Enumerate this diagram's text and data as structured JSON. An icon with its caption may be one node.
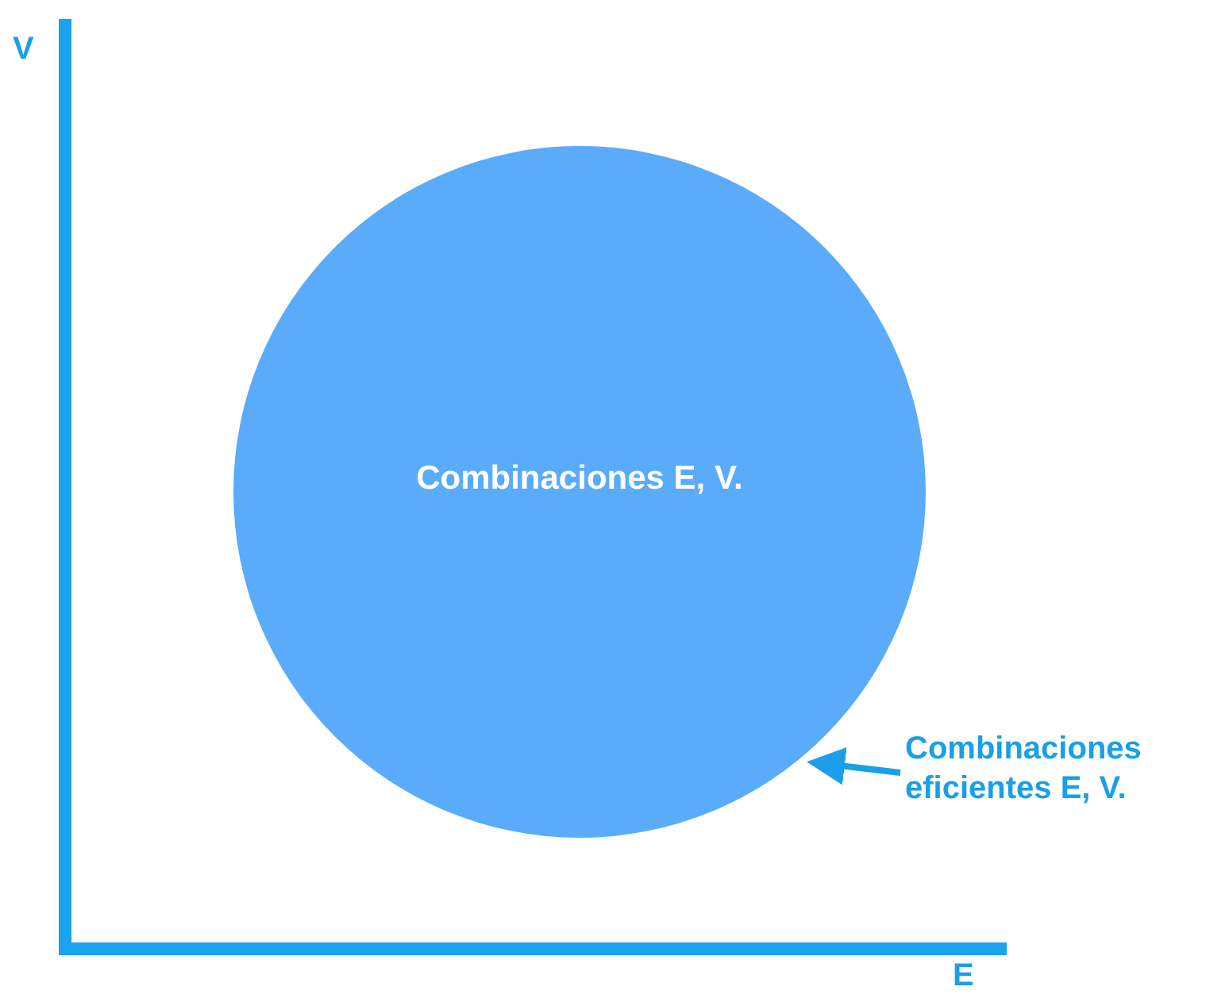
{
  "diagram": {
    "nodes": [
      {
        "text": [
          "Combinaciones E, V."
        ]
      },
      {
        "text": [
          "Combinaciones eficientes E, V."
        ]
      }
    ],
    "edges": [
      {
        "from": 1,
        "to": 0,
        "arrow": "to"
      }
    ],
    "labels": [
      "V",
      "E"
    ]
  }
}
